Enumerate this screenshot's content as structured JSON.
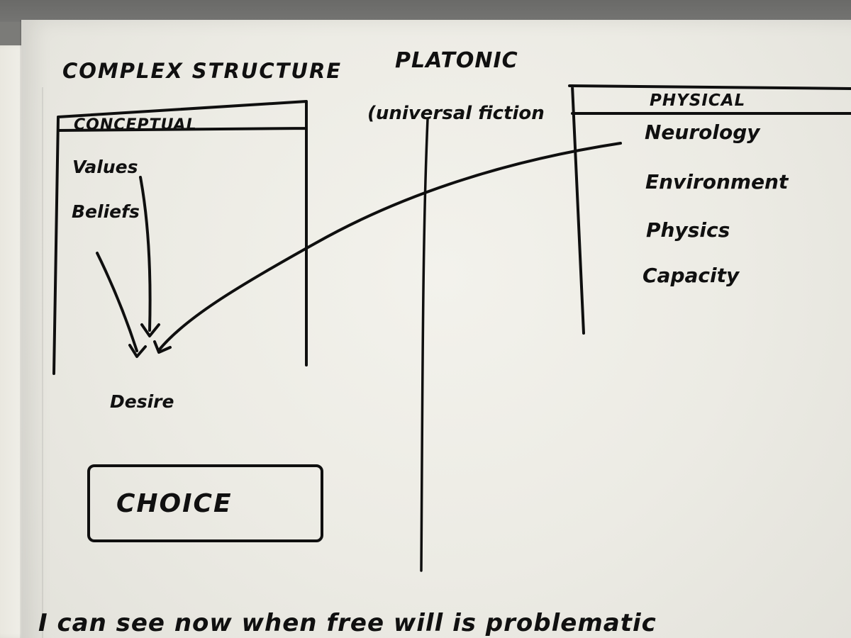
{
  "diagram": {
    "top_left_heading": "COMPLEX STRUCTURE",
    "top_center_heading": "PLATONIC",
    "top_center_subheading": "(universal fiction",
    "left_box_title": "CONCEPTUAL",
    "left_items": [
      "Values",
      "Beliefs"
    ],
    "left_bottom_label": "Desire",
    "right_box_title": "PHYSICAL",
    "right_items": [
      "Neurology",
      "Environment",
      "Physics",
      "Capacity"
    ],
    "choice_label": "CHOICE",
    "bottom_line": "I can see now when free will is problematic"
  }
}
